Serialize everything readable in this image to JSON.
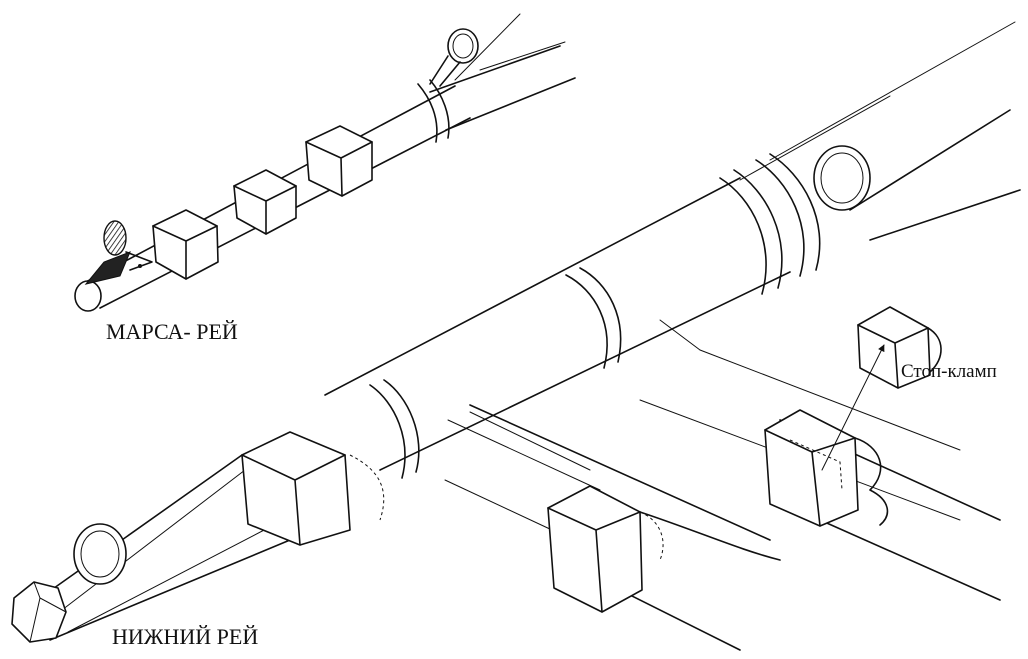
{
  "diagram": {
    "labels": {
      "upper_yard": "МАРСА- РЕЙ",
      "lower_yard": "НИЖНИЙ РЕЙ",
      "stop_cleat": "Стоп-кламп"
    }
  }
}
